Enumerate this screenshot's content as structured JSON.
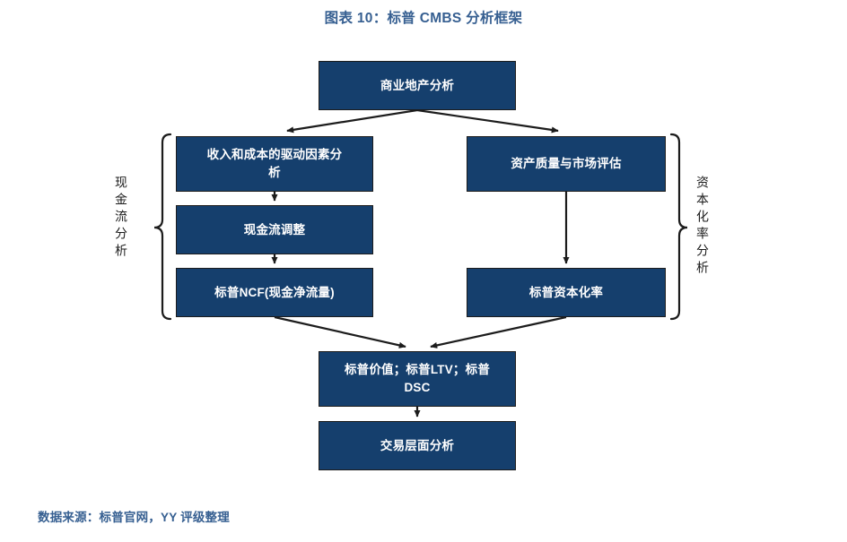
{
  "title": "图表 10：标普 CMBS 分析框架",
  "source_note": "数据来源：标普官网，YY 评级整理",
  "colors": {
    "title_blue": "#365f91",
    "box_fill": "#153f6d",
    "box_border": "#1c1c1c",
    "connector": "#1c1c1c",
    "background": "#ffffff"
  },
  "diagram": {
    "type": "flowchart",
    "nodes": {
      "top": "商业地产分析",
      "left_1_line_1": "收入和成本的驱动因素分",
      "left_1_line_2": "析",
      "left_2": "现金流调整",
      "left_3": "标普NCF(现金净流量)",
      "right_1": "资产质量与市场评估",
      "right_2": "标普资本化率",
      "bottom_1_line_1": "标普价值；标普LTV；标普",
      "bottom_1_line_2": "DSC",
      "bottom_2": "交易层面分析"
    },
    "group_labels": {
      "left": "现金流分析",
      "right": "资本化率分析"
    },
    "edges": [
      {
        "from": "top",
        "to": "left_1",
        "style": "diagonal-arrow"
      },
      {
        "from": "top",
        "to": "right_1",
        "style": "diagonal-arrow"
      },
      {
        "from": "left_1",
        "to": "left_2",
        "style": "vertical-arrow"
      },
      {
        "from": "left_2",
        "to": "left_3",
        "style": "vertical-arrow"
      },
      {
        "from": "right_1",
        "to": "right_2",
        "style": "vertical-arrow"
      },
      {
        "from": "left_3",
        "to": "bottom_1",
        "style": "diagonal-arrow"
      },
      {
        "from": "right_2",
        "to": "bottom_1",
        "style": "diagonal-arrow"
      },
      {
        "from": "bottom_1",
        "to": "bottom_2",
        "style": "vertical-arrow"
      }
    ]
  }
}
